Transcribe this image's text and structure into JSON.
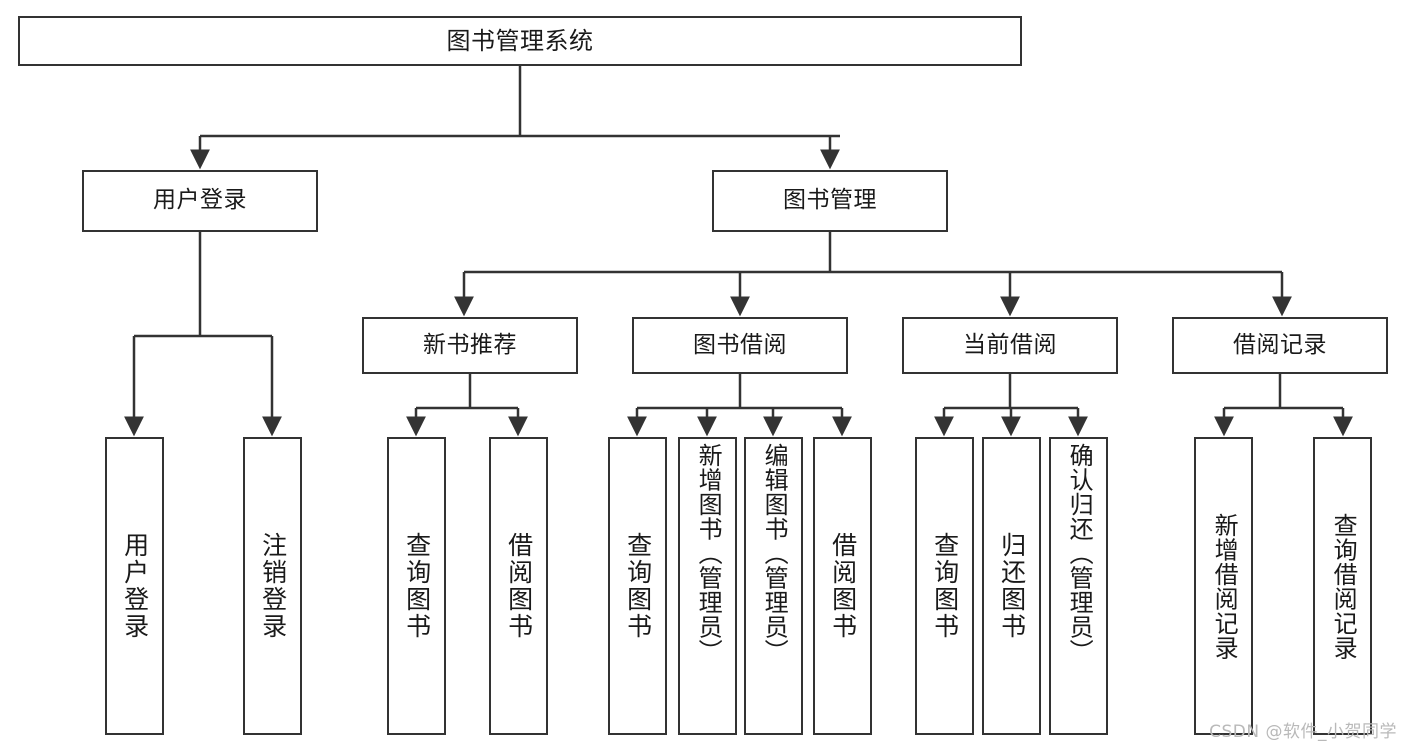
{
  "diagram": {
    "title": "图书管理系统",
    "type": "hierarchy-tree",
    "root": {
      "label": "图书管理系统"
    },
    "level2": [
      {
        "label": "用户登录"
      },
      {
        "label": "图书管理"
      }
    ],
    "level3": [
      {
        "label": "新书推荐"
      },
      {
        "label": "图书借阅"
      },
      {
        "label": "当前借阅"
      },
      {
        "label": "借阅记录"
      }
    ],
    "leaves": {
      "user_login": [
        {
          "label": "用户登录"
        },
        {
          "label": "注销登录"
        }
      ],
      "new_book": [
        {
          "label": "查询图书"
        },
        {
          "label": "借阅图书"
        }
      ],
      "book_borrow": [
        {
          "label": "查询图书"
        },
        {
          "label": "新增图书（管理员）"
        },
        {
          "label": "编辑图书（管理员）"
        },
        {
          "label": "借阅图书"
        }
      ],
      "current_borrow": [
        {
          "label": "查询图书"
        },
        {
          "label": "归还图书"
        },
        {
          "label": "确认归还（管理员）"
        }
      ],
      "borrow_record": [
        {
          "label": "新增借阅记录"
        },
        {
          "label": "查询借阅记录"
        }
      ]
    }
  },
  "watermark": {
    "text": "CSDN @软件_小贺同学"
  },
  "colors": {
    "stroke": "#333333",
    "fill": "#ffffff",
    "text": "#1a1a1a",
    "watermark": "#b9b9b9"
  }
}
